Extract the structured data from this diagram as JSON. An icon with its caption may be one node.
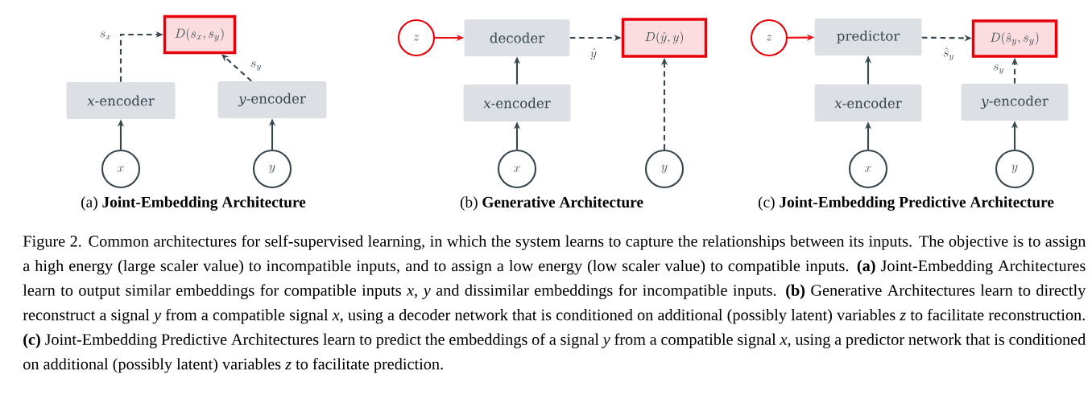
{
  "diagram": {
    "caption": "Figure 2. Common architectures for self-supervised learning, in which the system learns to capture the relationships between its inputs. The objective is to assign a high energy (large scaler value) to incompatible inputs, and to assign a low energy (low scaler value) to compatible inputs. **(a)** Joint-Embedding Architectures learn to output similar embeddings for compatible inputs *x*, *y* and dissimilar embeddings for incompatible inputs. **(b)** Generative Architectures learn to directly reconstruct a signal *y* from a compatible signal *x*, using a decoder network that is conditioned on additional (possibly latent) variables *z* to facilitate reconstruction. **(c)** Joint-Embedding Predictive Architectures learn to predict the embeddings of a signal *y* from a compatible signal *x*, using a predictor network that is conditioned on additional (possibly latent) variables *z* to facilitate prediction.",
    "nodes": [
      {
        "text": [
          "D(s_x, s_y)"
        ]
      },
      {
        "text": [
          "*x*-encoder"
        ]
      },
      {
        "text": [
          "*y*-encoder"
        ]
      },
      {
        "text": [
          "x"
        ]
      },
      {
        "text": [
          "y"
        ]
      },
      {
        "text": [
          "z"
        ]
      },
      {
        "text": [
          "decoder"
        ]
      },
      {
        "text": [
          "D(\\hat{y}, y)"
        ]
      },
      {
        "text": [
          "*x*-encoder"
        ]
      },
      {
        "text": [
          "x"
        ]
      },
      {
        "text": [
          "y"
        ]
      },
      {
        "text": [
          "z"
        ]
      },
      {
        "text": [
          "predictor"
        ]
      },
      {
        "text": [
          "D(\\hat{s}_y, s_y)"
        ]
      },
      {
        "text": [
          "*x*-encoder"
        ]
      },
      {
        "text": [
          "*y*-encoder"
        ]
      },
      {
        "text": [
          "x"
        ]
      },
      {
        "text": [
          "y"
        ]
      }
    ],
    "edges": [
      {
        "from": 1,
        "to": 0,
        "arrow": "to",
        "style": "dashed",
        "label": "s_x"
      },
      {
        "from": 2,
        "to": 0,
        "arrow": "to",
        "style": "dashed",
        "label": "s_y"
      },
      {
        "from": 3,
        "to": 1,
        "arrow": "to"
      },
      {
        "from": 4,
        "to": 2,
        "arrow": "to"
      },
      {
        "from": 5,
        "to": 6,
        "arrow": "to",
        "color": "#ee1111"
      },
      {
        "from": 6,
        "to": 7,
        "arrow": "to",
        "style": "dashed",
        "label": "\\hat{y}"
      },
      {
        "from": 8,
        "to": 6,
        "arrow": "to"
      },
      {
        "from": 9,
        "to": 8,
        "arrow": "to"
      },
      {
        "from": 10,
        "to": 7,
        "arrow": "to",
        "style": "dashed"
      },
      {
        "from": 11,
        "to": 12,
        "arrow": "to",
        "color": "#ee1111"
      },
      {
        "from": 12,
        "to": 13,
        "arrow": "to",
        "style": "dashed",
        "label": "\\hat{s}_y"
      },
      {
        "from": 15,
        "to": 13,
        "arrow": "to",
        "style": "dashed",
        "label": "s_y"
      },
      {
        "from": 14,
        "to": 12,
        "arrow": "to"
      },
      {
        "from": 16,
        "to": 14,
        "arrow": "to"
      },
      {
        "from": 17,
        "to": 15,
        "arrow": "to"
      }
    ],
    "labels": [
      "(a) **Joint-Embedding Architecture**",
      "(b) **Generative Architecture**",
      "(c) **Joint-Embedding Predictive Architecture**"
    ]
  }
}
